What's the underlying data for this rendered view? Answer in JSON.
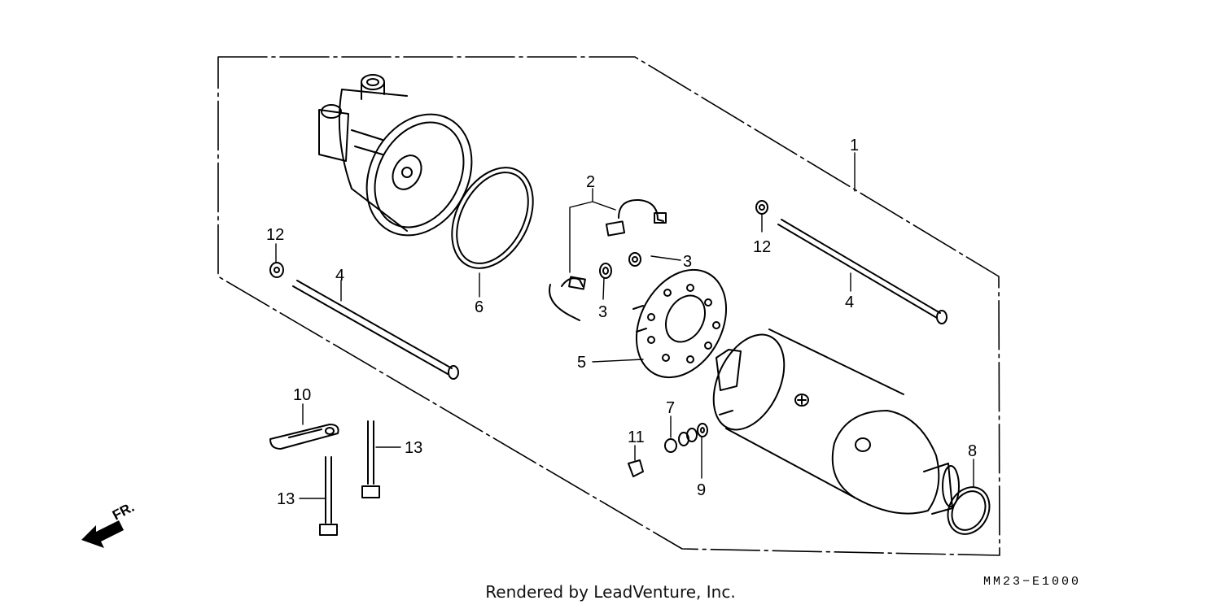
{
  "callouts": [
    {
      "id": "1",
      "label": "1"
    },
    {
      "id": "2",
      "label": "2"
    },
    {
      "id": "3a",
      "label": "3"
    },
    {
      "id": "3b",
      "label": "3"
    },
    {
      "id": "4a",
      "label": "4"
    },
    {
      "id": "4b",
      "label": "4"
    },
    {
      "id": "5",
      "label": "5"
    },
    {
      "id": "6",
      "label": "6"
    },
    {
      "id": "7",
      "label": "7"
    },
    {
      "id": "8",
      "label": "8"
    },
    {
      "id": "9",
      "label": "9"
    },
    {
      "id": "10",
      "label": "10"
    },
    {
      "id": "11",
      "label": "11"
    },
    {
      "id": "12a",
      "label": "12"
    },
    {
      "id": "12b",
      "label": "12"
    },
    {
      "id": "13a",
      "label": "13"
    },
    {
      "id": "13b",
      "label": "13"
    }
  ],
  "direction_label": "FR.",
  "footer": {
    "credit": "Rendered by LeadVenture, Inc.",
    "diagram_code": "MM23−E1000"
  }
}
